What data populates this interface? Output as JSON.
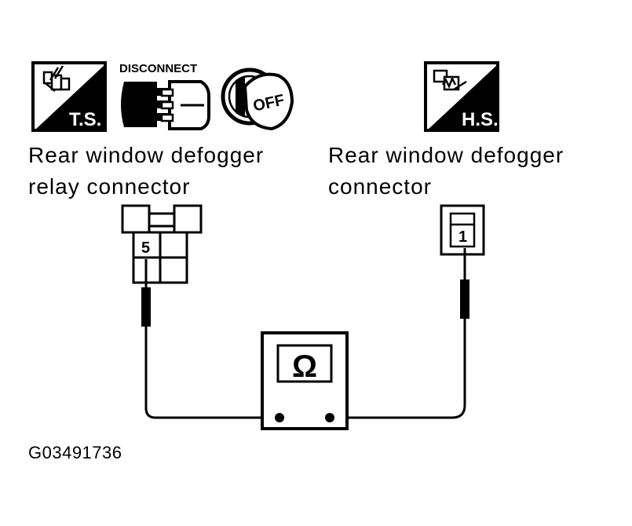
{
  "icons": {
    "ts": "T.S.",
    "disconnect": "DISCONNECT",
    "off": "OFF",
    "hs": "H.S."
  },
  "left_connector": {
    "title_line1": "Rear window defogger",
    "title_line2": "relay connector",
    "pin": "5"
  },
  "right_connector": {
    "title_line1": "Rear window defogger",
    "title_line2": "connector",
    "pin": "1"
  },
  "meter": {
    "symbol": "Ω"
  },
  "figure_code": "G03491736"
}
